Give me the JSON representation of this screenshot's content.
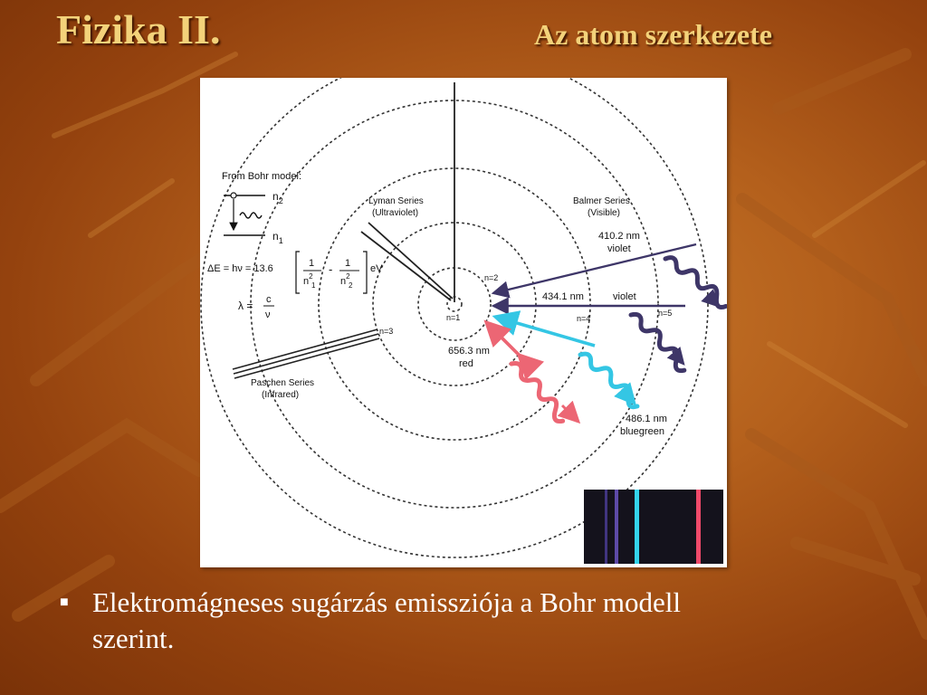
{
  "slide": {
    "title": "Fizika II.",
    "subtitle": "Az atom szerkezete",
    "bullet_marker": "■",
    "bullet_line1": "Elektromágneses sugárzás emissziója a Bohr modell",
    "bullet_line2": "szerint."
  },
  "diagram": {
    "bohr_heading": "From Bohr model:",
    "level_n2": "n",
    "level_n2_sub": "2",
    "level_n1": "n",
    "level_n1_sub": "1",
    "energy_prefix": "ΔE = hν = 13.6",
    "frac_one": "1",
    "frac_n": "n",
    "frac_sup": "2",
    "frac_sub1": "1",
    "frac_sub2": "2",
    "minus": "-",
    "ev": "eV",
    "lambda_eq": "λ =",
    "lambda_c": "c",
    "lambda_nu": "ν",
    "lyman_title": "Lyman Series",
    "lyman_sub": "(Ultraviolet)",
    "balmer_title": "Balmer Series",
    "balmer_sub": "(Visible)",
    "paschen_title": "Paschen Series",
    "paschen_sub": "(Infrared)",
    "orbit_n1": "n=1",
    "orbit_n2": "n=2",
    "orbit_n3": "n=3",
    "orbit_n4": "n=4",
    "orbit_n5": "n=5",
    "wl_4102": "410.2 nm",
    "wl_4102_color": "violet",
    "wl_4341": "434.1 nm",
    "wl_4341_color": "violet",
    "wl_6563": "656.3 nm",
    "wl_6563_color": "red",
    "wl_4861": "486.1 nm",
    "wl_4861_color": "bluegreen"
  },
  "colors": {
    "title": "#f3d27a",
    "violet": "#3e3668",
    "cyan": "#34c6e4",
    "red": "#ec6674"
  }
}
